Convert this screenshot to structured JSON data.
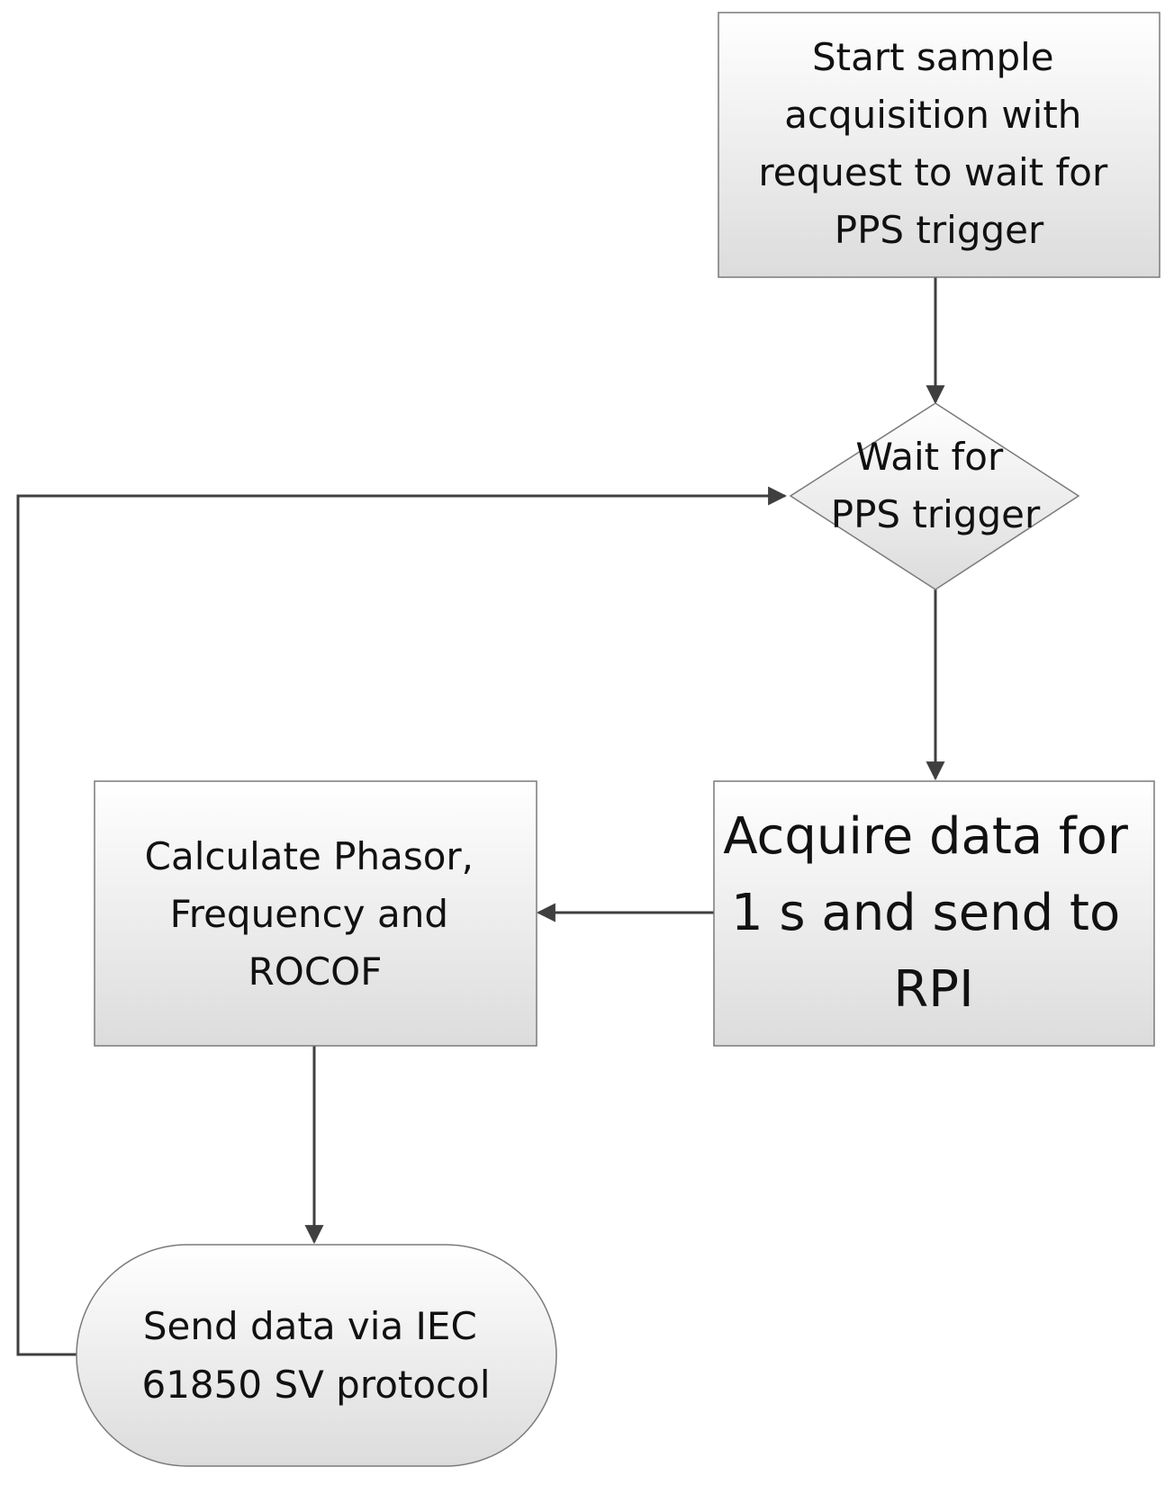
{
  "nodes": {
    "start": {
      "lines": [
        "Start sample",
        "acquisition with",
        "request to wait for",
        "PPS trigger"
      ]
    },
    "wait": {
      "lines": [
        "Wait for",
        "PPS trigger"
      ]
    },
    "acquire": {
      "lines": [
        "Acquire data for",
        "1 s and send to",
        "RPI"
      ]
    },
    "calculate": {
      "lines": [
        "Calculate Phasor,",
        "Frequency and",
        "ROCOF"
      ]
    },
    "send": {
      "lines": [
        "Send data via IEC",
        "61850 SV protocol"
      ]
    }
  },
  "colors": {
    "fill_top": "#ffffff",
    "fill_bottom": "#dcdcdc",
    "stroke": "#7a7a7a",
    "connector": "#3f3f3f",
    "text": "#111111"
  }
}
